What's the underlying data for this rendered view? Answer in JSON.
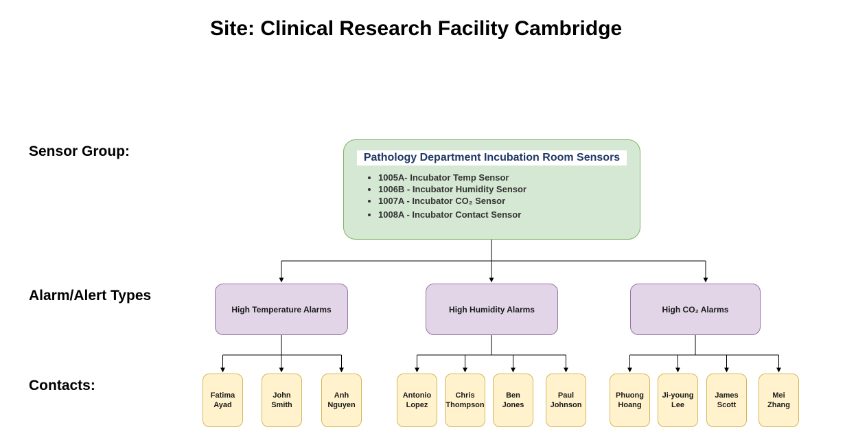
{
  "page": {
    "title": "Site: Clinical Research Facility Cambridge"
  },
  "row_labels": {
    "sensor_group": "Sensor Group:",
    "alarm_types": "Alarm/Alert Types",
    "contacts": "Contacts:"
  },
  "sensor_group": {
    "title": "Pathology Department Incubation Room Sensors",
    "sensors": [
      "1005A- Incubator Temp Sensor",
      "1006B - Incubator Humidity Sensor",
      "1007A - Incubator CO₂ Sensor",
      "1008A - Incubator Contact Sensor"
    ]
  },
  "alarms": [
    {
      "label": "High Temperature Alarms",
      "contacts": [
        "Fatima Ayad",
        "John Smith",
        "Anh Nguyen"
      ]
    },
    {
      "label": "High Humidity Alarms",
      "contacts": [
        "Antonio Lopez",
        "Chris Thompson",
        "Ben Jones",
        "Paul Johnson"
      ]
    },
    {
      "label": "High CO₂ Alarms",
      "contacts": [
        "Phuong Hoang",
        "Ji-young Lee",
        "James Scott",
        "Mei Zhang"
      ]
    }
  ],
  "colors": {
    "sensor_group_fill": "#d5e8d4",
    "sensor_group_border": "#82b366",
    "sensor_group_title_text": "#1f3864",
    "alarm_fill": "#e1d5e7",
    "alarm_border": "#9673a6",
    "contact_fill": "#fff2cc",
    "contact_border": "#d6b656",
    "connector": "#000000"
  }
}
